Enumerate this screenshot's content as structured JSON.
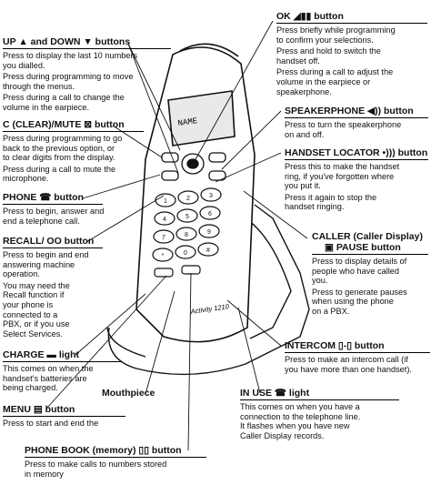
{
  "labels": {
    "up_down": {
      "title": "UP ▲ and DOWN ▼ buttons",
      "paras": [
        "Press to display the last 10 numbers\nyou dialled.",
        "Press during programming to move\nthrough the menus.",
        "Press during a call to change the\nvolume in the earpiece."
      ]
    },
    "clear_mute": {
      "title": "C (CLEAR)/MUTE ⊠ button",
      "paras": [
        "Press during programming to go\nback to the previous option, or\nto clear digits from the display.",
        "Press during a call to mute the\nmicrophone."
      ]
    },
    "phone": {
      "title": "PHONE ☎ button",
      "paras": [
        "Press to begin, answer and\nend a telephone call."
      ]
    },
    "recall": {
      "title": "RECALL/ OO button",
      "paras": [
        "Press to begin and end\nanswering machine\noperation.",
        "You may need the\nRecall function if\nyour phone is\nconnected to a\nPBX, or if you use\nSelect Services."
      ]
    },
    "charge": {
      "title": "CHARGE ▬ light",
      "paras": [
        "This comes on when the\nhandset's batteries are\nbeing charged."
      ]
    },
    "menu": {
      "title": "MENU ▤ button",
      "paras": [
        "Press to start and end the"
      ]
    },
    "mouthpiece": {
      "title": "Mouthpiece"
    },
    "phonebook": {
      "title": "PHONE BOOK (memory) ▯▯ button",
      "paras": [
        "Press to make calls to numbers stored\nin memory"
      ]
    },
    "ok": {
      "title": "OK ◢▮▮ button",
      "paras": [
        "Press briefly while programming\nto confirm your selections.",
        "Press and hold to switch the\nhandset off.",
        "Press during a call to adjust the\nvolume in the earpiece or\nspeakerphone."
      ]
    },
    "speakerphone": {
      "title": "SPEAKERPHONE ◀)) button",
      "paras": [
        "Press to turn the speakerphone\non and off."
      ]
    },
    "locator": {
      "title": "HANDSET LOCATOR •))) button",
      "paras": [
        "Press this to make the handset\nring, if you've forgotten where\nyou put it.",
        "Press it again to stop the\nhandset ringing."
      ]
    },
    "caller": {
      "title": "CALLER (Caller Display)",
      "title2": "▣ PAUSE button",
      "paras": [
        "Press to display details of\npeople who have called\nyou.",
        "Press to generate pauses\nwhen using the phone\non a PBX."
      ]
    },
    "intercom": {
      "title": "INTERCOM ▯-▯ button",
      "paras": [
        "Press to make an intercom call (if\nyou have more than one handset)."
      ]
    },
    "inuse": {
      "title": "IN USE ☎ light",
      "paras": [
        "This comes on when you have a\nconnection to the telephone line.\nIt flashes when you have new\nCaller Display records."
      ]
    }
  },
  "device": {
    "display_text": "NAME",
    "brand": "Activity 1210",
    "keys": [
      "1",
      "2",
      "3",
      "4",
      "5",
      "6",
      "7",
      "8",
      "9",
      "*",
      "0",
      "#"
    ],
    "icons": [
      "up-arrow",
      "down-arrow",
      "clear-mute",
      "phone",
      "recall",
      "charge-light",
      "menu",
      "phonebook",
      "ok-signal",
      "speakerphone",
      "locator",
      "caller-pause",
      "intercom",
      "in-use-light"
    ]
  }
}
